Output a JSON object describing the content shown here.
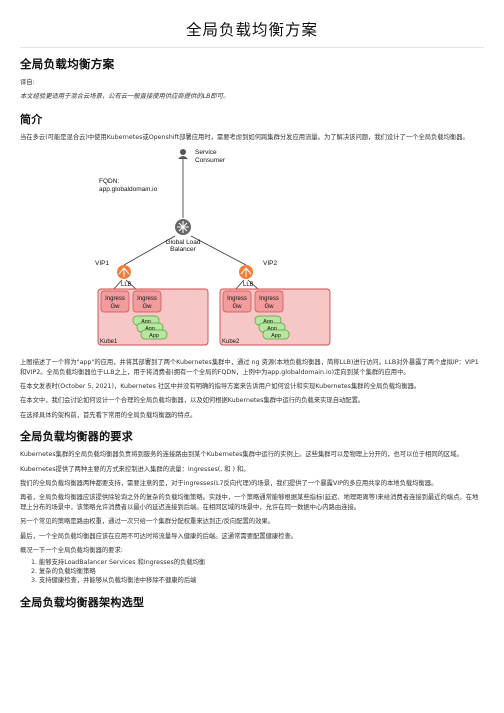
{
  "title": "全局负载均衡方案",
  "section_title": "全局负载均衡方案",
  "translator_label": "译自:",
  "intro_note": "本文经验更适用于混合云场景，公有云一般直接使用供应商提供的LB即可。",
  "h_intro": "简介",
  "p_intro": "当在多云(可能是混合云)中使用Kubernetes或Openshift部署应用时，需要考虑到如何跨集群分发应用流量。为了解决该问题，我们设计了一个全局负载均衡器。",
  "diagram": {
    "service_consumer_1": "Service",
    "service_consumer_2": "Consumer",
    "fqdn_1": "FQDN:",
    "fqdn_2": "app.globaldomain.io",
    "glb_1": "Global Load",
    "glb_2": "Balancer",
    "vip1": "VIP1",
    "vip2": "VIP2",
    "llb": "LLB",
    "ingress_1": "Ingress",
    "ingress_2": "Gw",
    "app": "App",
    "kube1": "Kube1",
    "kube2": "Kube2",
    "colors": {
      "cluster_fill": "#f7c7c7",
      "cluster_border": "#cf4b4b",
      "ingress_fill": "#f29d9d",
      "app_fill": "#b9e5a3",
      "app_border": "#4f9f35",
      "lb_fill": "#f47e3a",
      "line": "#333333"
    }
  },
  "p_diag_desc": "上图描述了一个称为\"app\"的应用，并将其部署到了两个Kubernetes集群中，通过 ng 资源(本地负载均衡器，简称LLB)进行访问。LLB对外暴露了两个虚拟IP：VIP1和VIP2。全局负载均衡器位于LLB之上，用于将消费者(拥有一个全局的FQDN，上例中为app.globaldomain.io)定向到某个集群的应用中。",
  "p_article": "在本文发表时(October 5, 2021)，Kubernetes 社区中并没有明确的指导方案来告诉用户如何设计和实现Kubernetes集群的全局负载均衡器。",
  "p_discuss": "在本文中，我们会讨论如何设计一个合理的全局负载均衡器，以及如何根据Kubernetes集群中运行的负载来实现自动配置。",
  "p_choose": "在选择具体的架构前，首先看下常用的全局负载均衡器的特点。",
  "h_req": "全局负载均衡器的要求",
  "p_req1": "Kubernetes集群的全局负载均衡器负责将到服务的连接路由到某个Kubernetes集群中运行的实例上。这些集群可以是物理上分开的，也可以位于相同的区域。",
  "p_req2": "Kubernetes提供了两种主要的方式来控制进入集群的流量：Ingresses(, 和 ) 和。",
  "p_req3": "我们的全局负载均衡器两种都要支持，需要注意的是，对于ingresses(L7反向代理)的场景，我们提供了一个暴露VIP的多应用共享的本地负载均衡器。",
  "p_req4": "再者，全局负载均衡器应该提供除轮询之外的复杂的负载均衡策略。实践中，一个策略通常能够根据某些指标(延迟、地理距离等)来给消费者连接到最近的端点。在地理上分布的场景中，该策略允许消费者以最小的延迟连接到后端。在相同区域的场景中，允许在同一数据中心内路由连接。",
  "p_req5": "另一个常见的策略是路由权重，通过一次只给一个集群分配权重来达到正/反向配置的效果。",
  "p_req6": "最后，一个全局负载均衡器应该在应用不可达时将流量导入健康的后端。这通常需要配置健康检查。",
  "p_summary": "概况一下一个全局负载均衡器的要求:",
  "requirements": [
    "能够支持LoadBalancer Services 和Ingresses的负载均衡",
    "复杂的负载均衡策略",
    "支持健康检查，并能够从负载均衡池中移除不健康的后端"
  ],
  "h_arch": "全局负载均衡器架构选型"
}
